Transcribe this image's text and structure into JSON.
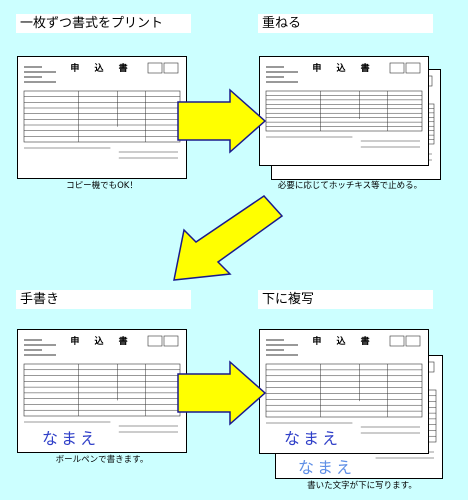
{
  "steps": {
    "print": {
      "title": "一枚ずつ書式をプリント",
      "caption": "コピー機でもOK！"
    },
    "stack": {
      "title": "重ねる",
      "caption": "必要に応じてホッチキス等で止める。"
    },
    "write": {
      "title": "手書き",
      "caption": "ボールペンで書きます。"
    },
    "copy": {
      "title": "下に複写",
      "caption": "書いた文字が下に写ります。"
    }
  },
  "form": {
    "heading": "申 込 書",
    "name_text": "なまえ"
  },
  "colors": {
    "background": "#ccffff",
    "arrow_fill": "#ffff00",
    "arrow_stroke": "#1a1a8c",
    "ink": "#2f3fc8",
    "carbon_ink": "#5f8fe6"
  }
}
